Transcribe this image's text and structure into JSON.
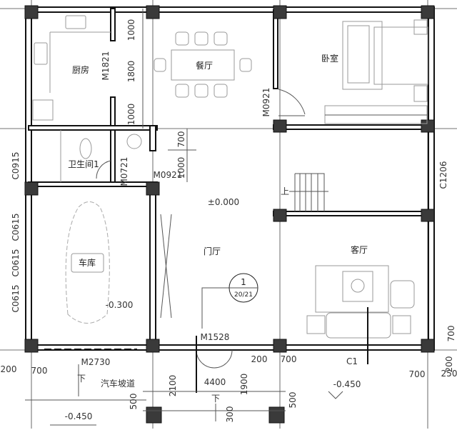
{
  "rooms": {
    "kitchen": "厨房",
    "dining": "餐厅",
    "bedroom": "卧室",
    "bathroom": "卫生间1",
    "foyer": "门厅",
    "living": "客厅",
    "garage": "车库"
  },
  "doors": {
    "kitchen_door": "M1821",
    "bedroom_door": "M0921",
    "bath_door": "M0721",
    "foyer_door": "M0921",
    "entry_door": "M1528",
    "garage_door": "M2730"
  },
  "windows": {
    "bath_window": "C0915",
    "garage_windows": [
      "C0615",
      "C0615",
      "C0615"
    ],
    "living_side": "C1206",
    "living_front": "C1"
  },
  "levels": {
    "foyer": "±0.000",
    "garage": "-0.300",
    "outside_right": "-0.450",
    "outside_left": "-0.450"
  },
  "labels": {
    "ramp": "汽车坡道",
    "up": "上",
    "down_garage": "下",
    "down_entry": "下"
  },
  "section_marker": {
    "number": "1",
    "sheet": "20/21"
  },
  "dimensions": {
    "kitchen_wall": [
      "1000",
      "1800",
      "1000"
    ],
    "foyer_left": [
      "700",
      "1000"
    ],
    "bottom": [
      "200",
      "700",
      "2100",
      "4400",
      "1900",
      "200",
      "700",
      "500",
      "500",
      "300",
      "700",
      "200",
      "250",
      "700"
    ]
  }
}
